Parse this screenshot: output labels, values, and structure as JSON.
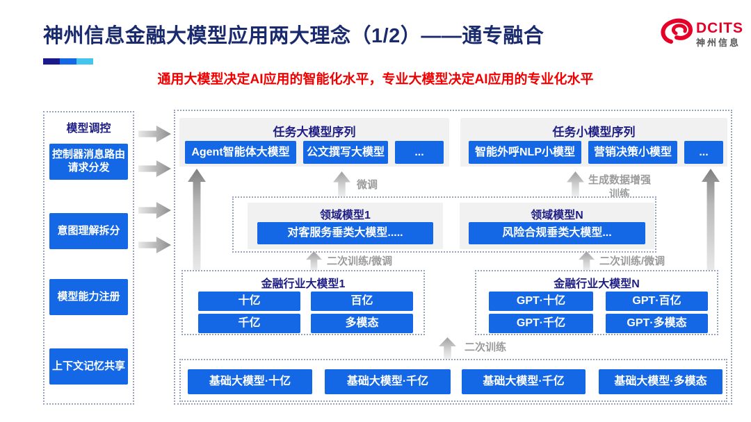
{
  "header": {
    "title": "神州信息金融大模型应用两大理念（1/2）——通专融合",
    "subtitle": "通用大模型决定AI应用的智能化水平，专业大模型决定AI应用的专业化水平",
    "logo": {
      "brand": "DCITS",
      "brand_cn": "神州信息",
      "icon": "red-swoosh-spiral-icon"
    },
    "accent_colors": [
      "#1a1a8c",
      "#1467e5",
      "#45c5ee"
    ]
  },
  "colors": {
    "title_navy": "#1a2a6e",
    "header_navy": "#1d1d85",
    "button_blue": "#1467e5",
    "subtitle_red": "#f20000",
    "logo_red": "#e60028",
    "label_gray": "#9b9b9b",
    "box_gray": "#f1f1f2"
  },
  "sidebar": {
    "title": "模型调控",
    "items": [
      "控制器消息路由请求分发",
      "意图理解拆分",
      "模型能力注册",
      "上下文记忆共享"
    ]
  },
  "diagram": {
    "task_large": {
      "title": "任务大模型序列",
      "items": [
        "Agent智能体大模型",
        "公文撰写大模型",
        "..."
      ]
    },
    "task_small": {
      "title": "任务小模型序列",
      "items": [
        "智能外呼NLP小模型",
        "营销决策小模型",
        "..."
      ]
    },
    "labels": {
      "finetune": "微调",
      "augment_line1": "生成数据增强",
      "augment_line2": "训练",
      "secondary_left": "二次训练/微调",
      "secondary_right": "二次训练/微调",
      "secondary_training": "二次训练"
    },
    "domain": {
      "box1": {
        "title": "领域模型1",
        "item": "对客服务垂类大模型....."
      },
      "boxN": {
        "title": "领域模型N",
        "item": "风险合规垂类大模型..."
      }
    },
    "industry1": {
      "title": "金融行业大模型1",
      "items": [
        "十亿",
        "百亿",
        "千亿",
        "多模态"
      ]
    },
    "industryN": {
      "title": "金融行业大模型N",
      "items": [
        "GPT·十亿",
        "GPT·百亿",
        "GPT·千亿",
        "GPT·多模态"
      ]
    },
    "base": {
      "items": [
        "基础大模型·十亿",
        "基础大模型·千亿",
        "基础大模型·千亿",
        "基础大模型·多模态"
      ]
    }
  }
}
